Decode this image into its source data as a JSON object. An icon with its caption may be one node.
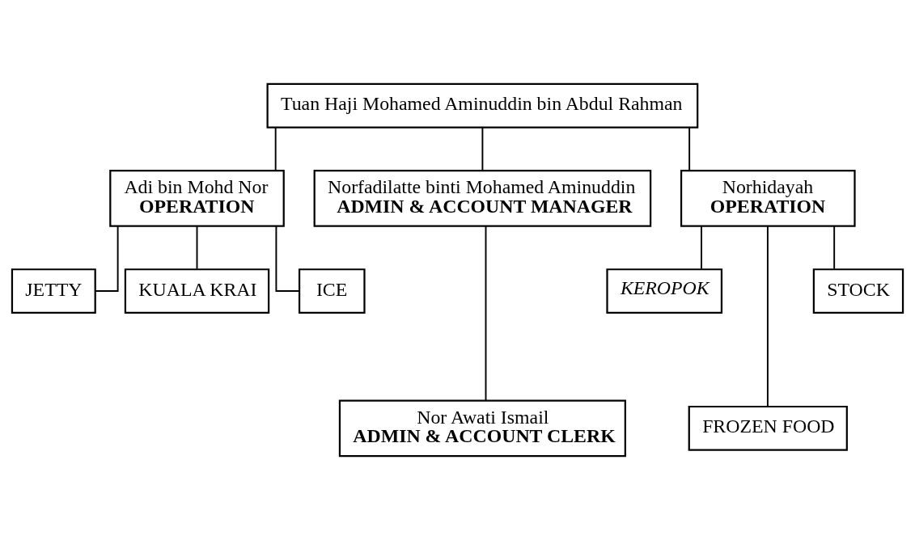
{
  "diagram": {
    "nodes": [
      {
        "text": [
          "Tuan Haji Mohamed Aminuddin bin Abdul Rahman"
        ]
      },
      {
        "text": [
          "Adi bin Mohd Nor",
          "OPERATION"
        ]
      },
      {
        "text": [
          "Norfadilatte binti Mohamed Aminuddin",
          "ADMIN & ACCOUNT MANAGER"
        ]
      },
      {
        "text": [
          "Norhidayah",
          "OPERATION"
        ]
      },
      {
        "text": [
          "JETTY"
        ]
      },
      {
        "text": [
          "KUALA KRAI"
        ]
      },
      {
        "text": [
          "ICE"
        ]
      },
      {
        "text": [
          "Nor Awati Ismail",
          "ADMIN & ACCOUNT CLERK"
        ]
      },
      {
        "text": [
          "KEROPOK"
        ]
      },
      {
        "text": [
          "FROZEN FOOD"
        ]
      },
      {
        "text": [
          "STOCK"
        ]
      }
    ],
    "edges": [
      {
        "from": 0,
        "to": 1,
        "arrow": "none"
      },
      {
        "from": 0,
        "to": 2,
        "arrow": "none"
      },
      {
        "from": 0,
        "to": 3,
        "arrow": "none"
      },
      {
        "from": 1,
        "to": 4,
        "arrow": "none"
      },
      {
        "from": 1,
        "to": 5,
        "arrow": "none"
      },
      {
        "from": 1,
        "to": 6,
        "arrow": "none"
      },
      {
        "from": 2,
        "to": 7,
        "arrow": "none"
      },
      {
        "from": 3,
        "to": 8,
        "arrow": "none"
      },
      {
        "from": 3,
        "to": 9,
        "arrow": "none"
      },
      {
        "from": 3,
        "to": 10,
        "arrow": "none"
      }
    ]
  }
}
